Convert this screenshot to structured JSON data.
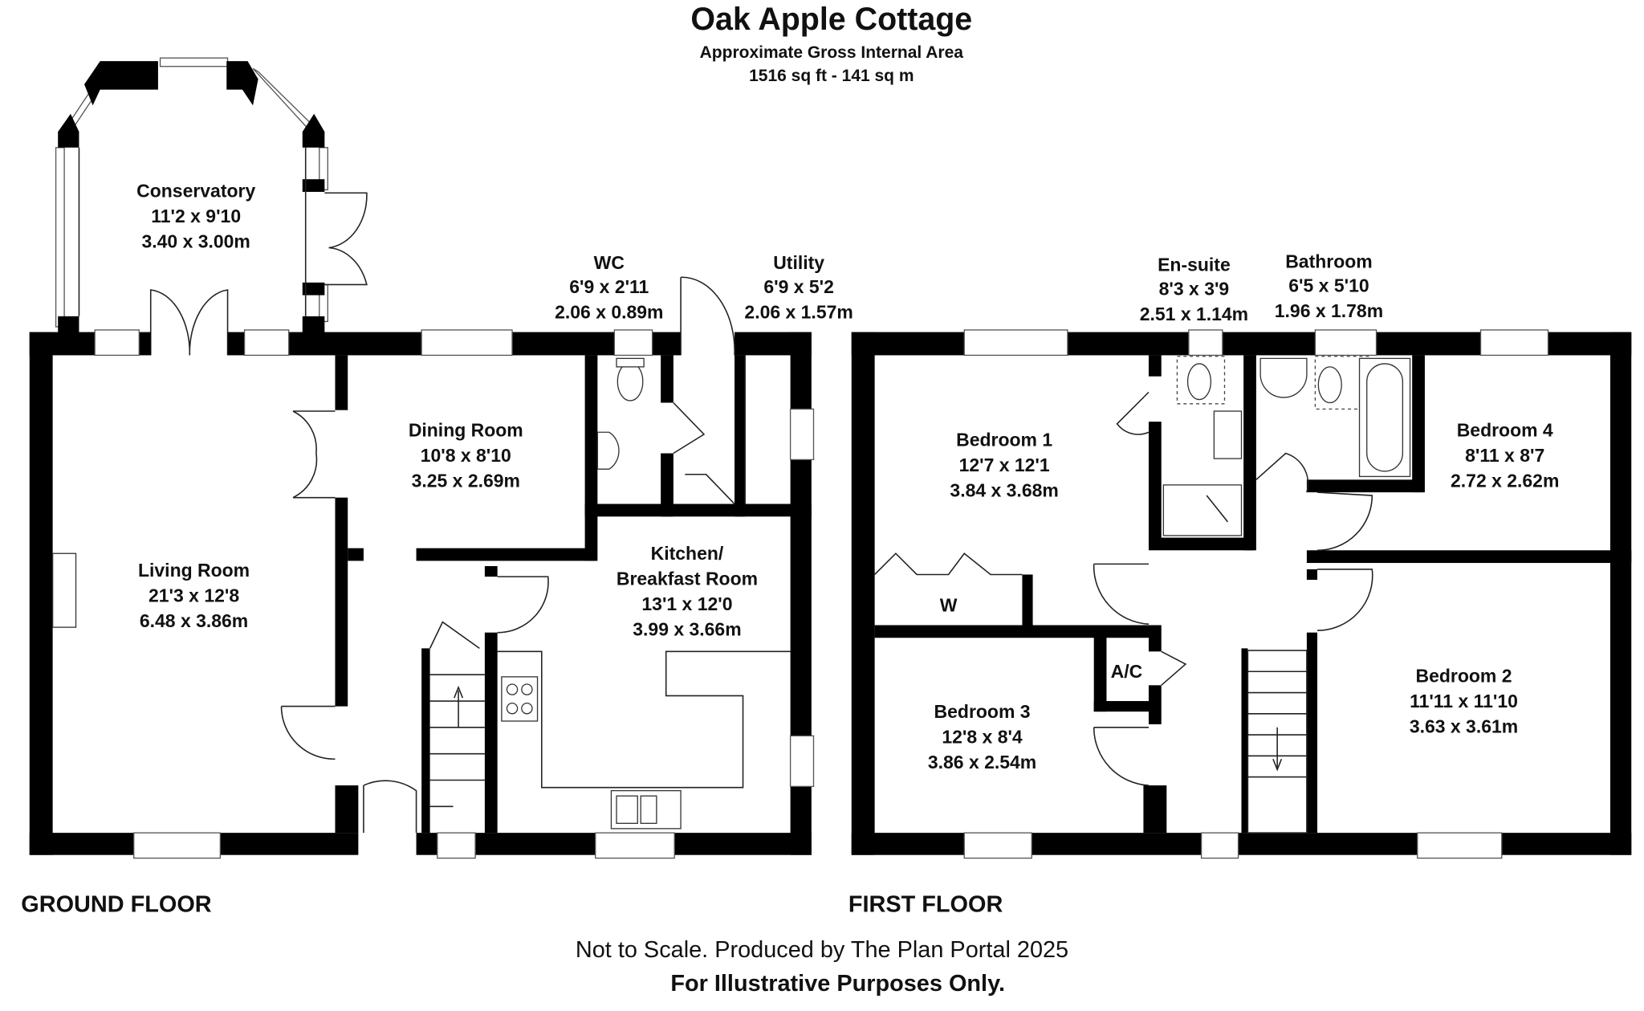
{
  "header": {
    "title": "Oak Apple Cottage",
    "subtitle": "Approximate Gross Internal Area",
    "area": "1516 sq ft - 141 sq m"
  },
  "ground_floor": {
    "label": "GROUND FLOOR",
    "rooms": [
      {
        "name": "Conservatory",
        "imperial": "11'2 x 9'10",
        "metric": "3.40 x 3.00m"
      },
      {
        "name": "WC",
        "imperial": "6'9 x 2'11",
        "metric": "2.06 x 0.89m"
      },
      {
        "name": "Utility",
        "imperial": "6'9 x 5'2",
        "metric": "2.06 x 1.57m"
      },
      {
        "name": "Dining Room",
        "imperial": "10'8 x 8'10",
        "metric": "3.25 x 2.69m"
      },
      {
        "name": "Living Room",
        "imperial": "21'3 x 12'8",
        "metric": "6.48 x 3.86m"
      },
      {
        "name": "Kitchen/",
        "name2": "Breakfast Room",
        "imperial": "13'1 x 12'0",
        "metric": "3.99 x 3.66m"
      }
    ]
  },
  "first_floor": {
    "label": "FIRST FLOOR",
    "rooms": [
      {
        "name": "En-suite",
        "imperial": "8'3 x 3'9",
        "metric": "2.51 x 1.14m"
      },
      {
        "name": "Bathroom",
        "imperial": "6'5 x 5'10",
        "metric": "1.96 x 1.78m"
      },
      {
        "name": "Bedroom 1",
        "imperial": "12'7 x 12'1",
        "metric": "3.84 x 3.68m"
      },
      {
        "name": "Bedroom 4",
        "imperial": "8'11 x 8'7",
        "metric": "2.72 x 2.62m"
      },
      {
        "name": "Bedroom 3",
        "imperial": "12'8 x 8'4",
        "metric": "3.86 x 2.54m"
      },
      {
        "name": "Bedroom 2",
        "imperial": "11'11 x 11'10",
        "metric": "3.63 x 3.61m"
      }
    ],
    "wardrobe": "W",
    "airing_cupboard": "A/C"
  },
  "footer": {
    "note": "Not to Scale. Produced by The Plan Portal 2025",
    "disclaimer": "For Illustrative Purposes Only."
  }
}
